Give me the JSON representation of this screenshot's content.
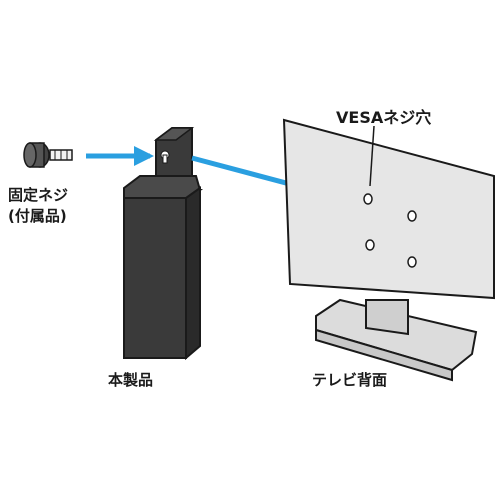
{
  "labels": {
    "screw_line1": "固定ネジ",
    "screw_line2": "(付属品)",
    "product": "本製品",
    "tv_back": "テレビ背面",
    "vesa_holes": "VESAネジ穴"
  },
  "colors": {
    "arrow": "#2a9fe0",
    "product_body": "#3a3a3a",
    "tv_panel": "#e6e6e6",
    "stand": "#dcdcdc",
    "outline": "#1a1a1a"
  },
  "icons": {
    "screw": "screw-icon",
    "arrow": "right-arrow-icon"
  }
}
